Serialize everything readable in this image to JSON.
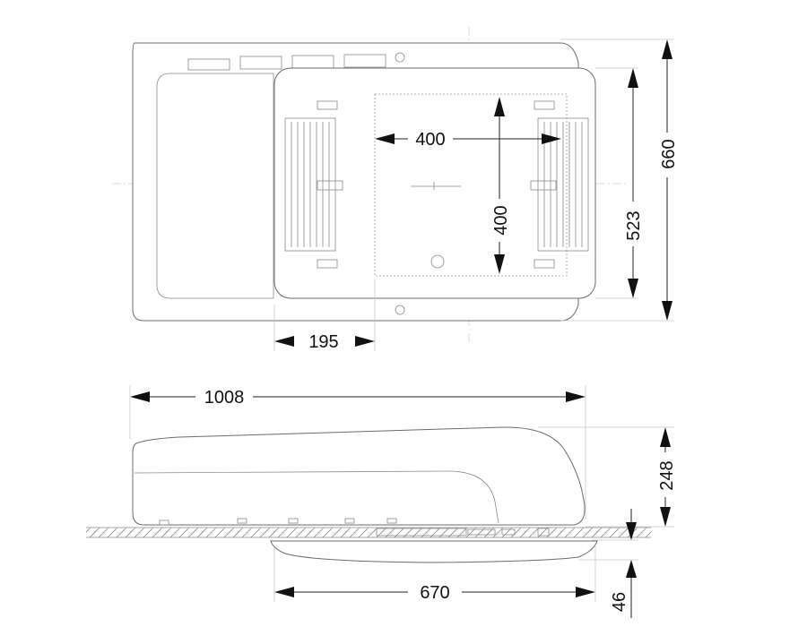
{
  "drawing": {
    "plan_view": {
      "inner_width": "400",
      "inner_depth": "400",
      "offset": "195",
      "base_depth": "523",
      "total_depth": "660"
    },
    "side_view": {
      "total_length": "1008",
      "height": "248",
      "plate_width": "670",
      "plate_thickness": "46"
    }
  }
}
